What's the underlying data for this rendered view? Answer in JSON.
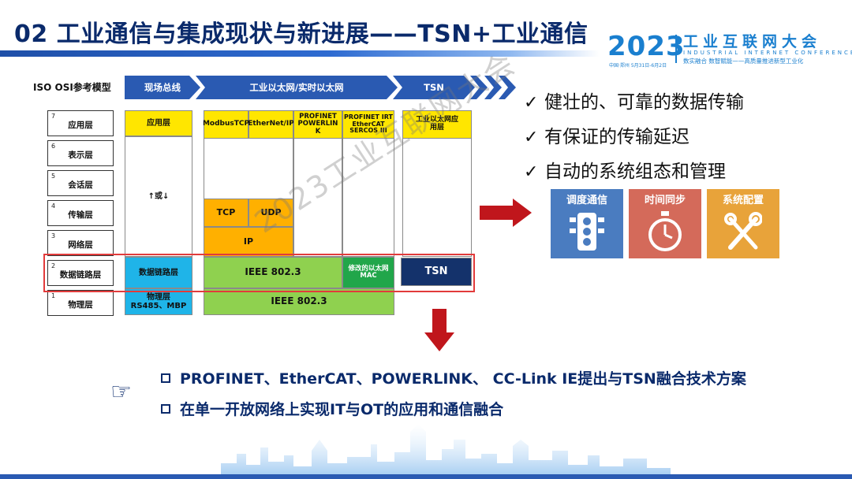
{
  "header": {
    "title": "02 工业通信与集成现状与新进展——TSN+工业通信"
  },
  "logo": {
    "year": "2023",
    "name_cn": "工业互联网大会",
    "name_en": "INDUSTRIAL INTERNET CONFERENCE",
    "tagline": "数实融合 数智赋能——高质量推进新型工业化",
    "date": "中国·郑州 5月31日-6月2日"
  },
  "osi": {
    "title": "ISO OSI参考模型",
    "categories": [
      "现场总线",
      "工业以太网/实时以太网",
      "TSN"
    ],
    "layers": [
      {
        "num": "7",
        "name": "应用层"
      },
      {
        "num": "6",
        "name": "表示层"
      },
      {
        "num": "5",
        "name": "会话层"
      },
      {
        "num": "4",
        "name": "传输层"
      },
      {
        "num": "3",
        "name": "网络层"
      },
      {
        "num": "2",
        "name": "数据链路层"
      },
      {
        "num": "1",
        "name": "物理层"
      }
    ],
    "fieldbus": {
      "app": "应用层",
      "middle": "↑或↓",
      "datalink": "数据链路层",
      "physical_line1": "物理层",
      "physical_line2": "RS485、MBP"
    },
    "ethernet": {
      "protocols": [
        "ModbusTCP",
        "EtherNet/IP",
        "PROFINET POWERLIN K",
        "PROFINET IRT EtherCAT SERCOS III"
      ],
      "tcp": "TCP",
      "udp": "UDP",
      "ip": "IP",
      "datalink": "IEEE 802.3",
      "modified_mac": "修改的以太网MAC",
      "physical": "IEEE 802.3"
    },
    "tsn": {
      "app": "工业以太网应用层",
      "datalink": "TSN"
    }
  },
  "features": {
    "check_glyph": "✓",
    "items": [
      "健壮的、可靠的数据传输",
      "有保证的传输延迟",
      "自动的系统组态和管理"
    ],
    "tiles": [
      {
        "label": "调度通信",
        "icon": "traffic-light-icon",
        "color": "#4a7cc0"
      },
      {
        "label": "时间同步",
        "icon": "stopwatch-icon",
        "color": "#d46a5a"
      },
      {
        "label": "系统配置",
        "icon": "tools-icon",
        "color": "#e8a33a"
      }
    ]
  },
  "points": [
    "PROFINET、EtherCAT、POWERLINK、 CC-Link IE提出与TSN融合技术方案",
    "在单一开放网络上实现IT与OT的应用和通信融合"
  ],
  "watermark": "2023工业互联网大会"
}
